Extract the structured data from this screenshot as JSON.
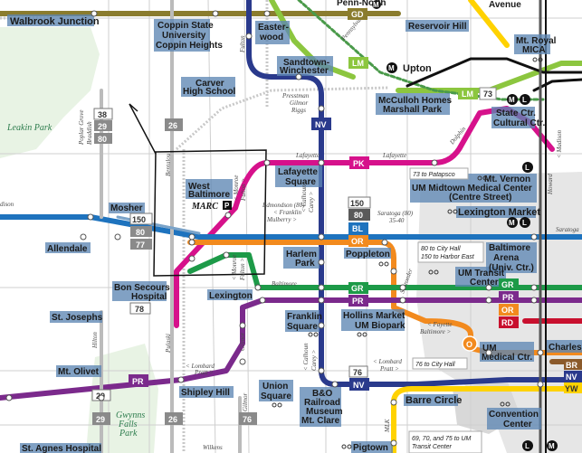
{
  "stations": {
    "walbrook": "Walbrook Junction",
    "coppin_1": "Coppin State",
    "coppin_2": "University",
    "coppin_3": "Coppin Heights",
    "easterwood_1": "Easter-",
    "easterwood_2": "wood",
    "sandtown_1": "Sandtown-",
    "sandtown_2": "Winchester",
    "penn_north": "Penn-North",
    "reservoir_hill": "Reservoir Hill",
    "upton": "Upton",
    "mt_royal_1": "Mt. Royal",
    "mt_royal_2": "MICA",
    "avenue": "Avenue",
    "carver_1": "Carver",
    "carver_2": "High School",
    "mcculloh_1": "McCulloh Homes",
    "mcculloh_2": "Marshall Park",
    "state_ctr_1": "State Ctr.",
    "state_ctr_2": "Cultural Ctr.",
    "lafayette_1": "Lafayette",
    "lafayette_2": "Square",
    "west_balt_1": "West",
    "west_balt_2": "Baltimore",
    "mt_vernon_1": "Mt. Vernon",
    "mt_vernon_2": "UM Midtown Medical Center",
    "mt_vernon_3": "(Centre Street)",
    "mosher": "Mosher",
    "lexington_market": "Lexington Market",
    "allendale": "Allendale",
    "harlem_1": "Harlem",
    "harlem_2": "Park",
    "poppleton": "Poppleton",
    "balt_arena_1": "Baltimore",
    "balt_arena_2": "Arena",
    "balt_arena_3": "(Univ. Ctr.)",
    "bon_secours_1": "Bon Secours",
    "bon_secours_2": "Hospital",
    "lexington": "Lexington",
    "um_transit_1": "UM Transit",
    "um_transit_2": "Center",
    "st_josephs": "St. Josephs",
    "franklin_1": "Franklin",
    "franklin_2": "Square",
    "hollins_1": "Hollins Market",
    "hollins_2": "UM Biopark",
    "charles": "Charles",
    "um_medical_1": "UM",
    "um_medical_2": "Medical Ctr.",
    "mt_olivet": "Mt. Olivet",
    "shipley_hill": "Shipley Hill",
    "union_1": "Union",
    "union_2": "Square",
    "bo_1": "B&O",
    "bo_2": "Railroad",
    "bo_3": "Museum",
    "bo_4": "Mt. Clare",
    "barre_circle": "Barre Circle",
    "convention_1": "Convention",
    "convention_2": "Center",
    "st_agnes": "St. Agnes Hospital",
    "pigtown": "Pigtown"
  },
  "streets": {
    "fulton": "Fulton",
    "pennsylvania": "Pennsylvania",
    "presstman_1": "Presstman",
    "presstman_2": "Gilmor",
    "presstman_3": "Riggs",
    "poplar_grove_1": "Poplar Grove",
    "poplar_grove_2": "Braddish",
    "bentalou": "Bentalou",
    "lafayette_a": "Lafayette",
    "lafayette_b": "Lafayette",
    "monroe_1": "< Monroe",
    "monroe_2": "Fulton >",
    "edmondson_1": "Edmondson (80)",
    "edmondson_2": "< Franklin",
    "edmondson_3": "Mulberry >",
    "calhoun_1": "< Calhoun",
    "calhoun_2": "Carey >",
    "saratoga_1": "Saratoga (80)",
    "saratoga_2": "35-40",
    "dolphin": "Dolphin",
    "baltimore_st": "Baltimore",
    "schroeder": "Schroeder",
    "fayette_1": "< Fayette",
    "fayette_2": "Baltimore >",
    "monroe_b_1": "< Monroe",
    "monroe_b_2": "Fulton >",
    "gilmor": "Gilmor",
    "hilton": "Hilton",
    "pulaski": "Pulaski",
    "lombard_a_1": "< Lombard",
    "lombard_a_2": "Pratt >",
    "lombard_b_1": "< Lombard",
    "lombard_b_2": "Pratt >",
    "calhoun_b_1": "< Calhoun",
    "calhoun_b_2": "Carey >",
    "gilmor_b": "Gilmor",
    "madison": "< Madison",
    "howard": "Howard",
    "wilkens": "Wilkens",
    "mlk": "MLK",
    "edison": "dison",
    "saratoga_e": "Saratoga"
  },
  "parks": {
    "leakin": "Leakin Park",
    "gwynns_1": "Gwynns",
    "gwynns_2": "Falls",
    "gwynns_3": "Park"
  },
  "line_badges": {
    "gd": "GD",
    "lm": "LM",
    "lm_2": "LM",
    "lm_73": "73",
    "nv": "NV",
    "nv_2": "NV",
    "pk": "PK",
    "bl": "BL",
    "or": "OR",
    "gr": "GR",
    "pr": "PR",
    "pr_2": "PR",
    "gr_e": "GR",
    "pr_e": "PR",
    "or_e": "OR",
    "rd_e": "RD",
    "br_e": "BR",
    "nv_e": "NV",
    "yw_e": "YW",
    "o_circle": "O"
  },
  "route_numbers": {
    "r38": "38",
    "r29": "29",
    "r80": "80",
    "r26": "26",
    "r26_b": "26",
    "r150": "150",
    "r80_b": "80",
    "r77": "77",
    "r150_c": "150",
    "r80_c": "80",
    "r78": "78",
    "r29_b": "29",
    "r29_c": "29",
    "r76": "76",
    "r76_b": "76"
  },
  "notes": {
    "patapsco": "73 to Patapsco",
    "city_hall_1": "80 to City Hall",
    "city_hall_2": "150 to Harbor East",
    "city_hall_76": "76 to City Hall",
    "transit_1": "69, 70, and 75 to UM",
    "transit_2": "Transit Center"
  },
  "icon_letters": {
    "metro": "M",
    "light_rail": "L",
    "parking": "P"
  },
  "marc": "MARC"
}
